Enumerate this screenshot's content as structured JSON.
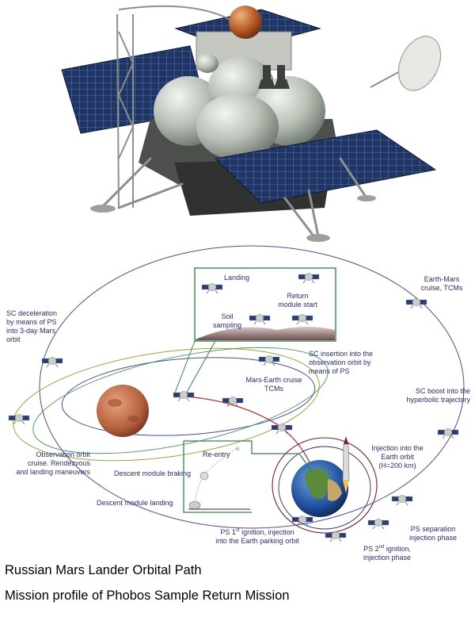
{
  "colors": {
    "navy_label": "#2a2a7a",
    "orbit_blue": "#4a4aa8",
    "orbit_olive": "#9aa832",
    "orbit_green": "#3f9a5a",
    "trajectory_red": "#c23030",
    "inset_border": "#2f8a4a",
    "solar_panel": "#1e3566",
    "mars": "#c06a48"
  },
  "icons": [
    "spacecraft-icon",
    "mars-planet-icon",
    "earth-planet-icon",
    "rocket-icon",
    "return-capsule-icon",
    "solar-panel-icon",
    "antenna-dish-icon"
  ],
  "labels": {
    "landing": "Landing",
    "return_module_start": "Return\nmodule start",
    "soil_sampling": "Soil\nsampling",
    "earth_mars_cruise": "Earth-Mars\ncruise, TCMs",
    "sc_deceleration": "SC deceleration\nby means of PS\ninto 3-day Mars\norbit",
    "sc_insertion": "SC insertion into the\nobservation orbit by\nmeans of PS",
    "mars_earth_cruise": "Mars-Earth cruise\nTCMs",
    "sc_boost": "SC boost into the\nhyperbolic trajectory",
    "observation_orbit": "Observation orbit\ncruise. Rendezvous\nand landing maneuvers",
    "re_entry": "Re-entry",
    "descent_braking": "Descent  module braking",
    "descent_landing": "Descent module landing",
    "injection_earth_orbit": "Injection into the\nEarth orbit\n(H=200  km)",
    "ps_first_a": "PS 1",
    "ps_first_sup": "st",
    "ps_first_b": " ignition, injection",
    "ps_first_c": "into the Earth parking orbit",
    "ps_separation": "PS separation\ninjection phase",
    "ps_second_a": "PS 2",
    "ps_second_sup": "nd",
    "ps_second_b": " ignition,",
    "ps_second_c": "injection phase"
  },
  "captions": {
    "title": "Russian Mars Lander Orbital Path",
    "subtitle": "Mission profile of Phobos Sample Return Mission"
  }
}
